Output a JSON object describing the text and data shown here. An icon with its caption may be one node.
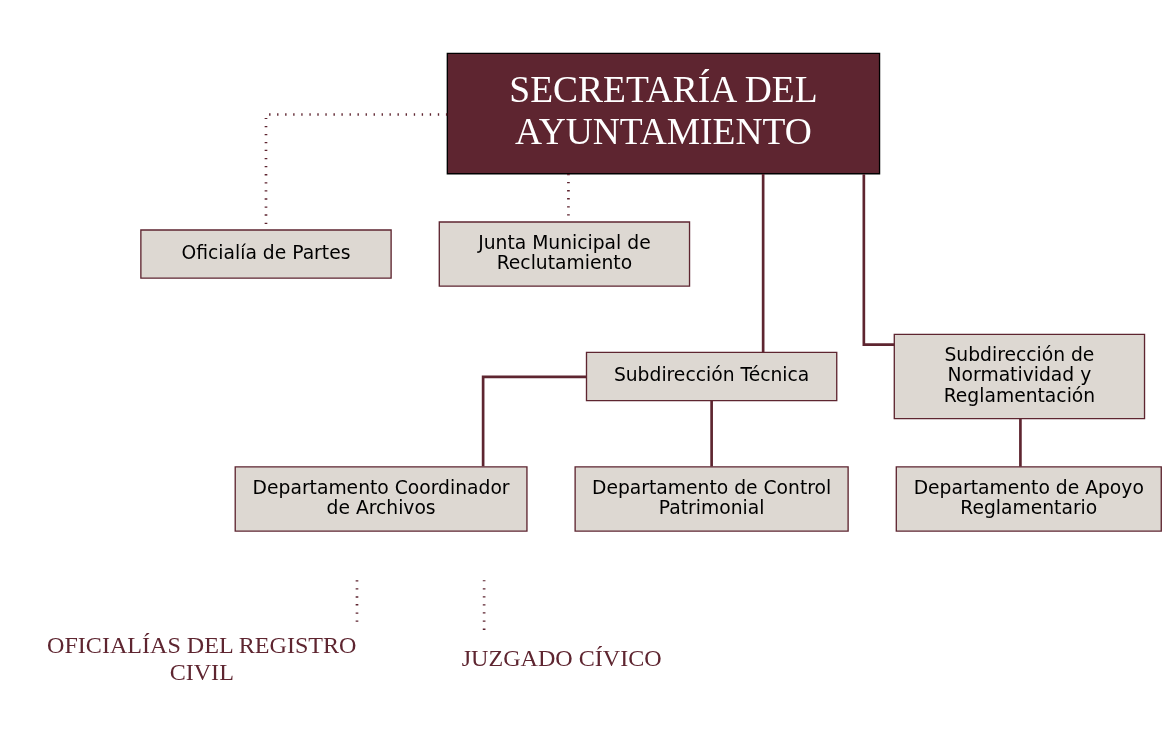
{
  "diagram": {
    "nodes": [
      {
        "text": [
          "SECRETARÍA DEL AYUNTAMIENTO"
        ]
      },
      {
        "text": [
          "Oficialía de Partes"
        ]
      },
      {
        "text": [
          "Junta Municipal de Reclutamiento"
        ]
      },
      {
        "text": [
          "Subdirección Técnica"
        ]
      },
      {
        "text": [
          "Subdirección de Normatividad y Reglamentación"
        ]
      },
      {
        "text": [
          "Departamento Coordinador de Archivos"
        ]
      },
      {
        "text": [
          "Departamento de Control Patrimonial"
        ]
      },
      {
        "text": [
          "Departamento de Apoyo Reglamentario"
        ]
      },
      {
        "text": [
          "OFICIALÍAS DEL REGISTRO CIVIL"
        ]
      },
      {
        "text": [
          "JUZGADO CÍVICO"
        ]
      }
    ],
    "edges": [
      {
        "from": 0,
        "to": 1,
        "arrow": "none",
        "style": "dashed"
      },
      {
        "from": 0,
        "to": 2,
        "arrow": "none",
        "style": "dashed"
      },
      {
        "from": 0,
        "to": 3,
        "arrow": "none"
      },
      {
        "from": 0,
        "to": 4,
        "arrow": "none"
      },
      {
        "from": 3,
        "to": 5,
        "arrow": "none"
      },
      {
        "from": 3,
        "to": 6,
        "arrow": "none"
      },
      {
        "from": 4,
        "to": 7,
        "arrow": "none"
      },
      {
        "from": null,
        "to": 8,
        "arrow": "none",
        "style": "dashed"
      },
      {
        "from": null,
        "to": 9,
        "arrow": "none",
        "style": "dashed"
      }
    ]
  }
}
